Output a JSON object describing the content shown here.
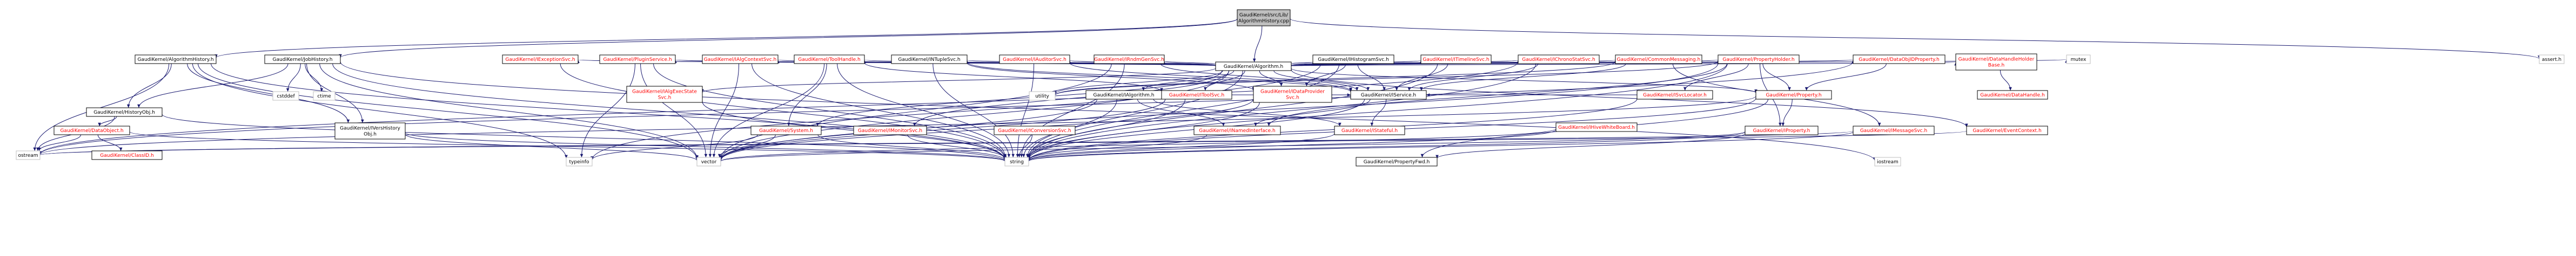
{
  "title": "GaudiKernel/src/Lib/AlgorithmHistory.cpp",
  "colors": {
    "root_fill": "#bfbfbf",
    "node_fill": "#ffffff",
    "node_stroke": "#000000",
    "missing_stroke": "#bfbfbf",
    "text": "#000000",
    "red_text": "#ff0000",
    "edge": "#191970"
  },
  "nodes": [
    {
      "id": "root",
      "label": [
        "GaudiKernel/src/Lib/",
        "AlgorithmHistory.cpp"
      ],
      "kind": "root"
    },
    {
      "id": "ah",
      "label": [
        "GaudiKernel/AlgorithmHistory.h"
      ],
      "kind": "normal"
    },
    {
      "id": "algo",
      "label": [
        "GaudiKernel/Algorithm.h"
      ],
      "kind": "normal"
    },
    {
      "id": "assert",
      "label": [
        "assert.h"
      ],
      "kind": "missing"
    },
    {
      "id": "jh",
      "label": [
        "GaudiKernel/JobHistory.h"
      ],
      "kind": "normal"
    },
    {
      "id": "hobj",
      "label": [
        "GaudiKernel/HistoryObj.h"
      ],
      "kind": "normal"
    },
    {
      "id": "exc",
      "label": [
        "GaudiKernel/IExceptionSvc.h"
      ],
      "kind": "red"
    },
    {
      "id": "plug",
      "label": [
        "GaudiKernel/PluginService.h"
      ],
      "kind": "red"
    },
    {
      "id": "acs",
      "label": [
        "GaudiKernel/IAlgContextSvc.h"
      ],
      "kind": "red"
    },
    {
      "id": "ith",
      "label": [
        "GaudiKernel/ToolHandle.h"
      ],
      "kind": "red"
    },
    {
      "id": "intup",
      "label": [
        "GaudiKernel/INTupleSvc.h"
      ],
      "kind": "normal"
    },
    {
      "id": "aud",
      "label": [
        "GaudiKernel/IAuditorSvc.h"
      ],
      "kind": "red"
    },
    {
      "id": "pgs",
      "label": [
        "GaudiKernel/IRndmGenSvc.h"
      ],
      "kind": "red"
    },
    {
      "id": "hist",
      "label": [
        "GaudiKernel/IHistogramSvc.h"
      ],
      "kind": "normal"
    },
    {
      "id": "tim",
      "label": [
        "GaudiKernel/ITimelineSvc.h"
      ],
      "kind": "red"
    },
    {
      "id": "chr",
      "label": [
        "GaudiKernel/IChronoStatSvc.h"
      ],
      "kind": "red"
    },
    {
      "id": "cmsg",
      "label": [
        "GaudiKernel/CommonMessaging.h"
      ],
      "kind": "red"
    },
    {
      "id": "ph",
      "label": [
        "GaudiKernel/PropertyHolder.h"
      ],
      "kind": "red"
    },
    {
      "id": "dop",
      "label": [
        "GaudiKernel/DataObjIDProperty.h"
      ],
      "kind": "red"
    },
    {
      "id": "dhh",
      "label": [
        "GaudiKernel/DataHandleHolder",
        "Base.h"
      ],
      "kind": "red"
    },
    {
      "id": "mutex",
      "label": [
        "mutex"
      ],
      "kind": "missing"
    },
    {
      "id": "cstddef",
      "label": [
        "cstddef"
      ],
      "kind": "missing"
    },
    {
      "id": "ctime",
      "label": [
        "ctime"
      ],
      "kind": "missing"
    },
    {
      "id": "aes",
      "label": [
        "GaudiKernel/IAlgExecState",
        "Svc.h"
      ],
      "kind": "red"
    },
    {
      "id": "utility",
      "label": [
        "utility"
      ],
      "kind": "missing"
    },
    {
      "id": "ialgo",
      "label": [
        "GaudiKernel/IAlgorithm.h"
      ],
      "kind": "normal"
    },
    {
      "id": "its",
      "label": [
        "GaudiKernel/IToolSvc.h"
      ],
      "kind": "red"
    },
    {
      "id": "idp",
      "label": [
        "GaudiKernel/IDataProvider",
        "Svc.h"
      ],
      "kind": "red"
    },
    {
      "id": "isvc",
      "label": [
        "GaudiKernel/IService.h"
      ],
      "kind": "normal"
    },
    {
      "id": "isl",
      "label": [
        "GaudiKernel/ISvcLocator.h"
      ],
      "kind": "red"
    },
    {
      "id": "prop",
      "label": [
        "GaudiKernel/Property.h"
      ],
      "kind": "red"
    },
    {
      "id": "dh",
      "label": [
        "GaudiKernel/DataHandle.h"
      ],
      "kind": "red"
    },
    {
      "id": "dobj",
      "label": [
        "GaudiKernel/DataObject.h"
      ],
      "kind": "red"
    },
    {
      "id": "ivho",
      "label": [
        "GaudiKernel/IVersHistory",
        "Obj.h"
      ],
      "kind": "normal"
    },
    {
      "id": "sys",
      "label": [
        "GaudiKernel/System.h"
      ],
      "kind": "red"
    },
    {
      "id": "ims",
      "label": [
        "GaudiKernel/IMonitorSvc.h"
      ],
      "kind": "red"
    },
    {
      "id": "conv",
      "label": [
        "GaudiKernel/IConversionSvc.h"
      ],
      "kind": "red"
    },
    {
      "id": "inamed",
      "label": [
        "GaudiKernel/INamedInterface.h"
      ],
      "kind": "red"
    },
    {
      "id": "istat",
      "label": [
        "GaudiKernel/IStateful.h"
      ],
      "kind": "red"
    },
    {
      "id": "iwb",
      "label": [
        "GaudiKernel/IHiveWhiteBoard.h"
      ],
      "kind": "red"
    },
    {
      "id": "iprop",
      "label": [
        "GaudiKernel/IProperty.h"
      ],
      "kind": "red"
    },
    {
      "id": "imsg",
      "label": [
        "GaudiKernel/IMessageSvc.h"
      ],
      "kind": "red"
    },
    {
      "id": "iec",
      "label": [
        "GaudiKernel/EventContext.h"
      ],
      "kind": "red"
    },
    {
      "id": "clid",
      "label": [
        "GaudiKernel/ClassID.h"
      ],
      "kind": "red"
    },
    {
      "id": "ostream",
      "label": [
        "ostream"
      ],
      "kind": "missing"
    },
    {
      "id": "typeinfo",
      "label": [
        "typeinfo"
      ],
      "kind": "missing"
    },
    {
      "id": "vector",
      "label": [
        "vector"
      ],
      "kind": "missing"
    },
    {
      "id": "string",
      "label": [
        "string"
      ],
      "kind": "missing"
    },
    {
      "id": "pf",
      "label": [
        "GaudiKernel/PropertyFwd.h"
      ],
      "kind": "normal"
    },
    {
      "id": "iostream",
      "label": [
        "iostream"
      ],
      "kind": "missing"
    }
  ],
  "edges": [
    [
      "root",
      "ah"
    ],
    [
      "root",
      "algo"
    ],
    [
      "root",
      "assert"
    ],
    [
      "root",
      "jh"
    ],
    [
      "ah",
      "hobj"
    ],
    [
      "ah",
      "ivho"
    ],
    [
      "ah",
      "string"
    ],
    [
      "ah",
      "vector"
    ],
    [
      "ah",
      "ostream"
    ],
    [
      "ah",
      "typeinfo"
    ],
    [
      "jh",
      "hobj"
    ],
    [
      "jh",
      "ivho"
    ],
    [
      "jh",
      "cstddef"
    ],
    [
      "jh",
      "ctime"
    ],
    [
      "jh",
      "string"
    ],
    [
      "jh",
      "vector"
    ],
    [
      "jh",
      "iostream"
    ],
    [
      "algo",
      "exc"
    ],
    [
      "algo",
      "plug"
    ],
    [
      "algo",
      "acs"
    ],
    [
      "algo",
      "ith"
    ],
    [
      "algo",
      "intup"
    ],
    [
      "algo",
      "aud"
    ],
    [
      "algo",
      "pgs"
    ],
    [
      "algo",
      "hist"
    ],
    [
      "algo",
      "tim"
    ],
    [
      "algo",
      "chr"
    ],
    [
      "algo",
      "cmsg"
    ],
    [
      "algo",
      "ph"
    ],
    [
      "algo",
      "dop"
    ],
    [
      "algo",
      "dhh"
    ],
    [
      "algo",
      "mutex"
    ],
    [
      "algo",
      "ialgo"
    ],
    [
      "algo",
      "isvc"
    ],
    [
      "algo",
      "prop"
    ],
    [
      "algo",
      "sys"
    ],
    [
      "algo",
      "aes"
    ],
    [
      "algo",
      "its"
    ],
    [
      "algo",
      "idp"
    ],
    [
      "algo",
      "ims"
    ],
    [
      "algo",
      "string"
    ],
    [
      "algo",
      "vector"
    ],
    [
      "algo",
      "iec"
    ],
    [
      "algo",
      "utility"
    ],
    [
      "hobj",
      "dobj"
    ],
    [
      "hobj",
      "string"
    ],
    [
      "hobj",
      "ostream"
    ],
    [
      "dobj",
      "clid"
    ],
    [
      "dobj",
      "ostream"
    ],
    [
      "dobj",
      "string"
    ],
    [
      "ivho",
      "string"
    ],
    [
      "ivho",
      "vector"
    ],
    [
      "plug",
      "typeinfo"
    ],
    [
      "plug",
      "vector"
    ],
    [
      "plug",
      "string"
    ],
    [
      "ith",
      "sys"
    ],
    [
      "ith",
      "its"
    ],
    [
      "ith",
      "string"
    ],
    [
      "ith",
      "vector"
    ],
    [
      "intup",
      "idp"
    ],
    [
      "intup",
      "isvc"
    ],
    [
      "intup",
      "string"
    ],
    [
      "aud",
      "isvc"
    ],
    [
      "aud",
      "string"
    ],
    [
      "pgs",
      "isvc"
    ],
    [
      "pgs",
      "string"
    ],
    [
      "pgs",
      "vector"
    ],
    [
      "hist",
      "idp"
    ],
    [
      "hist",
      "isvc"
    ],
    [
      "hist",
      "string"
    ],
    [
      "hist",
      "typeinfo"
    ],
    [
      "tim",
      "isvc"
    ],
    [
      "tim",
      "string"
    ],
    [
      "chr",
      "isvc"
    ],
    [
      "chr",
      "string"
    ],
    [
      "chr",
      "ostream"
    ],
    [
      "cmsg",
      "imsg"
    ],
    [
      "cmsg",
      "isvc"
    ],
    [
      "cmsg",
      "utility"
    ],
    [
      "ph",
      "iprop"
    ],
    [
      "ph",
      "prop"
    ],
    [
      "ph",
      "isl"
    ],
    [
      "ph",
      "utility"
    ],
    [
      "ph",
      "string"
    ],
    [
      "ph",
      "vector"
    ],
    [
      "ph",
      "inamed"
    ],
    [
      "dop",
      "prop"
    ],
    [
      "dop",
      "ostream"
    ],
    [
      "dhh",
      "dh"
    ],
    [
      "ialgo",
      "inamed"
    ],
    [
      "ialgo",
      "string"
    ],
    [
      "ialgo",
      "vector"
    ],
    [
      "ialgo",
      "istat"
    ],
    [
      "its",
      "isvc"
    ],
    [
      "its",
      "string"
    ],
    [
      "its",
      "vector"
    ],
    [
      "idp",
      "string"
    ],
    [
      "idp",
      "vector"
    ],
    [
      "isvc",
      "inamed"
    ],
    [
      "isvc",
      "istat"
    ],
    [
      "isvc",
      "string"
    ],
    [
      "acs",
      "vector"
    ],
    [
      "acs",
      "string"
    ],
    [
      "aes",
      "string"
    ],
    [
      "sys",
      "string"
    ],
    [
      "sys",
      "vector"
    ],
    [
      "sys",
      "typeinfo"
    ],
    [
      "ims",
      "string"
    ],
    [
      "conv",
      "string"
    ],
    [
      "istat",
      "string"
    ],
    [
      "iwb",
      "string"
    ],
    [
      "iwb",
      "vector"
    ],
    [
      "prop",
      "iprop"
    ],
    [
      "prop",
      "pf"
    ],
    [
      "prop",
      "string"
    ],
    [
      "prop",
      "ostream"
    ],
    [
      "iprop",
      "pf"
    ],
    [
      "iprop",
      "string"
    ],
    [
      "iprop",
      "vector"
    ],
    [
      "imsg",
      "string"
    ],
    [
      "imsg",
      "ostream"
    ],
    [
      "isl",
      "isvc"
    ],
    [
      "isl",
      "string"
    ],
    [
      "iec",
      "ostream"
    ],
    [
      "exc",
      "string"
    ],
    [
      "inamed",
      "string"
    ]
  ]
}
